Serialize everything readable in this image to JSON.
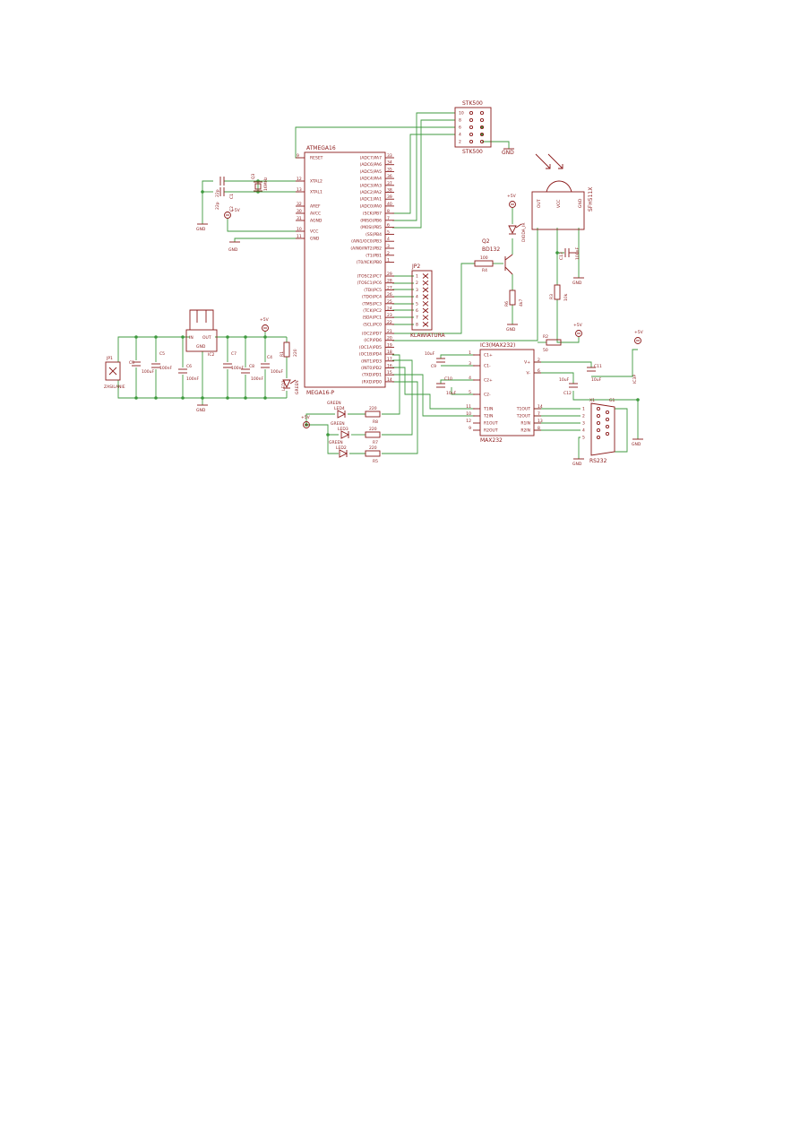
{
  "title": "ATMEGA16",
  "mcu": {
    "name": "ATMEGA16",
    "part": "MEGA16-P",
    "left_pins": [
      {
        "label": "RESET",
        "num": "9"
      },
      {
        "label": "XTAL2",
        "num": "12"
      },
      {
        "label": "XTAL1",
        "num": "13"
      },
      {
        "label": "AREF",
        "num": "32"
      },
      {
        "label": "AVCC",
        "num": "30"
      },
      {
        "label": "AGND",
        "num": "31"
      },
      {
        "label": "VCC",
        "num": "10"
      },
      {
        "label": "GND",
        "num": "11"
      }
    ],
    "right_pins_a": [
      {
        "label": "(ADC7)PA7",
        "num": "33"
      },
      {
        "label": "(ADC6)PA6",
        "num": "34"
      },
      {
        "label": "(ADC5)PA5",
        "num": "35"
      },
      {
        "label": "(ADC4)PA4",
        "num": "36"
      },
      {
        "label": "(ADC3)PA3",
        "num": "37"
      },
      {
        "label": "(ADC2)PA2",
        "num": "38"
      },
      {
        "label": "(ADC1)PA1",
        "num": "39"
      },
      {
        "label": "(ADC0)PA0",
        "num": "40"
      }
    ],
    "right_pins_b": [
      {
        "label": "(SCK)PB7",
        "num": "8"
      },
      {
        "label": "(MISO)PB6",
        "num": "7"
      },
      {
        "label": "(MOSI)PB5",
        "num": "6"
      },
      {
        "label": "(SS)PB4",
        "num": "5"
      },
      {
        "label": "(AIN1/OC0)PB3",
        "num": "4"
      },
      {
        "label": "(AIN0/INT2)PB2",
        "num": "3"
      },
      {
        "label": "(T1)PB1",
        "num": "2"
      },
      {
        "label": "(T0/XCK)PB0",
        "num": "1"
      }
    ],
    "right_pins_c": [
      {
        "label": "(TOSC2)PC7",
        "num": "29"
      },
      {
        "label": "(TOSC1)PC6",
        "num": "28"
      },
      {
        "label": "(TDI)PC5",
        "num": "27"
      },
      {
        "label": "(TDO)PC4",
        "num": "26"
      },
      {
        "label": "(TMS)PC3",
        "num": "25"
      },
      {
        "label": "(TCK)PC2",
        "num": "24"
      },
      {
        "label": "(SDA)PC1",
        "num": "23"
      },
      {
        "label": "(SCL)PC0",
        "num": "22"
      }
    ],
    "right_pins_d": [
      {
        "label": "(OC2)PD7",
        "num": "21"
      },
      {
        "label": "(ICP)PD6",
        "num": "20"
      },
      {
        "label": "(OC1A)PD5",
        "num": "19"
      },
      {
        "label": "(OC1B)PD4",
        "num": "18"
      },
      {
        "label": "(INT1)PD3",
        "num": "17"
      },
      {
        "label": "(INT0)PD2",
        "num": "16"
      },
      {
        "label": "(TXD)PD1",
        "num": "15"
      },
      {
        "label": "(RXD)PD0",
        "num": "14"
      }
    ]
  },
  "stk500": {
    "top": "STK500",
    "bottom": "STK500",
    "gnd": "GND",
    "pins_left": [
      "10",
      "8",
      "6",
      "4",
      "2"
    ]
  },
  "crystal": {
    "name": "Q3",
    "value": "16MHz",
    "caps": [
      {
        "name": "C1",
        "value": "22p"
      },
      {
        "name": "C2",
        "value": "22p"
      }
    ]
  },
  "power": {
    "plus5v": "+5V",
    "gnd": "GND"
  },
  "jp2": {
    "name": "JP2",
    "label": "KLAWIATURA",
    "pins": [
      "1",
      "2",
      "3",
      "4",
      "5",
      "6",
      "7",
      "8"
    ]
  },
  "transistor": {
    "name": "Q2",
    "part": "BD132",
    "r4": "R4",
    "r4val": "100",
    "r6": "R6",
    "r6val": "4k7"
  },
  "ir_led": {
    "name": "DIODA_IR"
  },
  "receiver": {
    "name": "SFH511X",
    "pins": [
      "OUT",
      "VCC",
      "GND"
    ],
    "c13": "C13",
    "c13val": "100nF",
    "r3": "R3",
    "r3val": "10k"
  },
  "r2": {
    "name": "R2",
    "value": "50"
  },
  "max232": {
    "name": "IC3(MAX232)",
    "part": "MAX232",
    "left_pins": [
      {
        "label": "C1+",
        "num": "1"
      },
      {
        "label": "C1-",
        "num": "3"
      },
      {
        "label": "C2+",
        "num": "4"
      },
      {
        "label": "C2-",
        "num": "5"
      },
      {
        "label": "T1IN",
        "num": "11"
      },
      {
        "label": "T2IN",
        "num": "10"
      },
      {
        "label": "R1OUT",
        "num": "12"
      },
      {
        "label": "R2OUT",
        "num": "9"
      }
    ],
    "right_pins": [
      {
        "label": "V+",
        "num": "2"
      },
      {
        "label": "V-",
        "num": "6"
      },
      {
        "label": "T1OUT",
        "num": "14"
      },
      {
        "label": "T2OUT",
        "num": "7"
      },
      {
        "label": "R1IN",
        "num": "13"
      },
      {
        "label": "R2IN",
        "num": "8"
      }
    ],
    "caps": [
      {
        "name": "C9",
        "value": "10uF"
      },
      {
        "name": "C10",
        "value": "10uF"
      },
      {
        "name": "C11",
        "value": "10uF"
      },
      {
        "name": "C12",
        "value": "10uF"
      }
    ],
    "ic3p": "IC3P"
  },
  "rs232": {
    "name": "X1",
    "g1": "G1",
    "label": "RS232",
    "pins": [
      "1",
      "2",
      "3",
      "4",
      "5"
    ]
  },
  "regulator": {
    "name": "IC2",
    "in": "IN",
    "out": "OUT",
    "gnd": "GND"
  },
  "jp1": {
    "name": "JP1",
    "label": "ZASILANIE"
  },
  "supply_caps": [
    {
      "name": "C3",
      "value": "100uF"
    },
    {
      "name": "C5",
      "value": "100nF"
    },
    {
      "name": "C6",
      "value": "100nF"
    },
    {
      "name": "C7",
      "value": "100nF"
    },
    {
      "name": "C8",
      "value": "100nF"
    },
    {
      "name": "C4",
      "value": "100uF"
    }
  ],
  "led1": {
    "name": "LED1",
    "color": "GREEN",
    "r1": "R1",
    "r1val": "220"
  },
  "leds": [
    {
      "color": "GREEN",
      "name": "LED4",
      "r": "R8",
      "rval": "220"
    },
    {
      "color": "GREEN",
      "name": "LED3",
      "r": "R7",
      "rval": "220"
    },
    {
      "color": "GREEN",
      "name": "LED2",
      "r": "R5",
      "rval": "220"
    }
  ],
  "colors": {
    "part": "#8b1a1a",
    "wire": "#3f9a3f"
  }
}
